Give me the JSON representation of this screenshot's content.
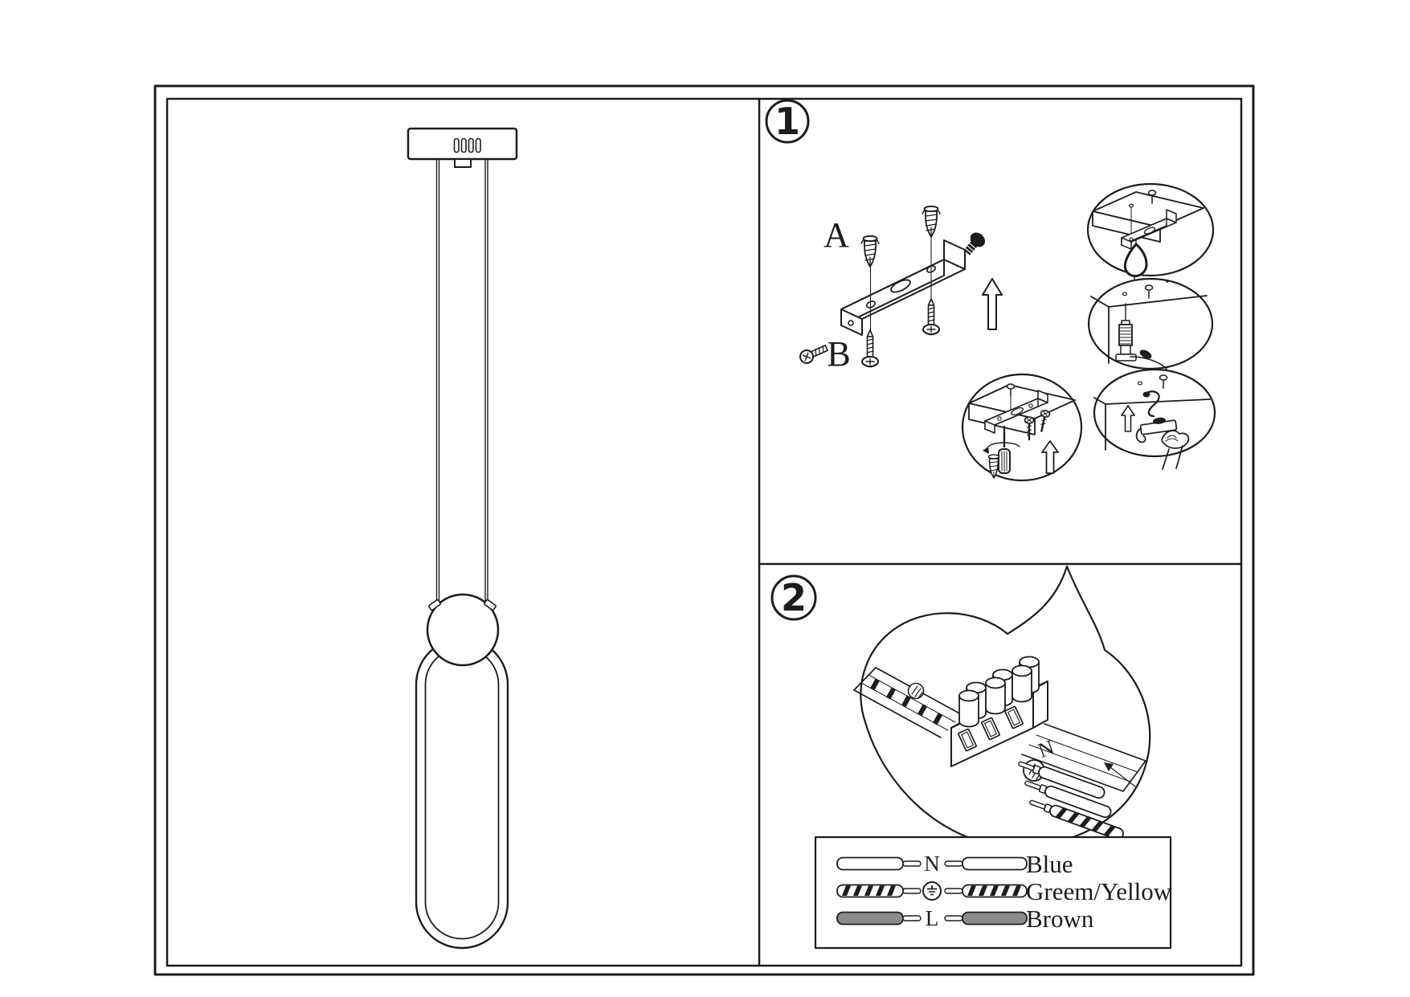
{
  "steps": {
    "one": {
      "badge": "1",
      "anchor_label": "A",
      "screw_label": "B"
    },
    "two": {
      "badge": "2",
      "cable_marking": "N"
    }
  },
  "legend": {
    "rows": [
      {
        "terminal": "N",
        "color_name": "Blue"
      },
      {
        "terminal": "",
        "color_name": "Greem/Yellow"
      },
      {
        "terminal": "L",
        "color_name": "Brown"
      }
    ]
  },
  "colors": {
    "ink": "#1c1c1c",
    "paper": "#ffffff",
    "wire_gray": "#8c8c8c"
  }
}
